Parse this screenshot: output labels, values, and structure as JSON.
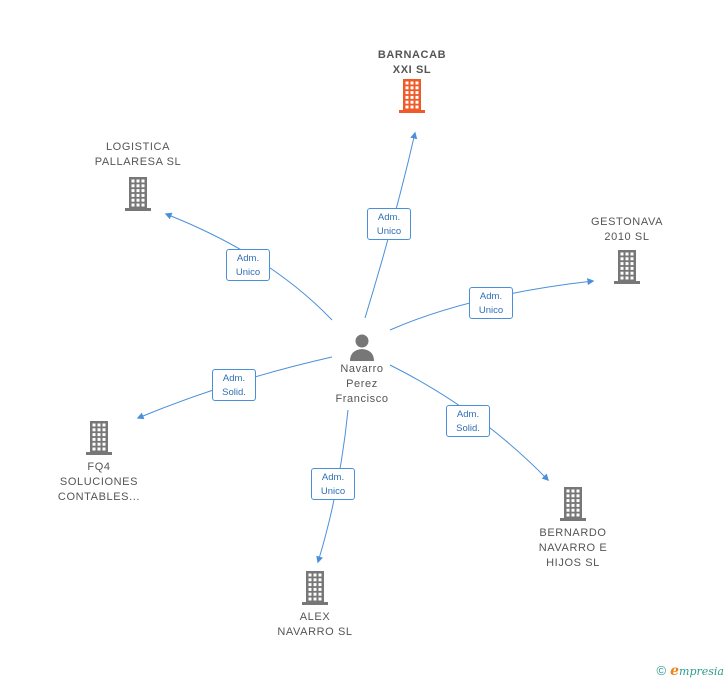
{
  "person": {
    "name_lines": [
      "Navarro",
      "Perez",
      "Francisco"
    ]
  },
  "companies": [
    {
      "id": "barnacab",
      "lines": [
        "BARNACAB",
        "XXI SL"
      ],
      "highlight": true,
      "role_lines": [
        "Adm.",
        "Unico"
      ]
    },
    {
      "id": "logistica",
      "lines": [
        "LOGISTICA",
        "PALLARESA SL"
      ],
      "role_lines": [
        "Adm.",
        "Unico"
      ]
    },
    {
      "id": "gestonava",
      "lines": [
        "GESTONAVA",
        "2010 SL"
      ],
      "role_lines": [
        "Adm.",
        "Unico"
      ]
    },
    {
      "id": "fq4",
      "lines": [
        "FQ4",
        "SOLUCIONES",
        "CONTABLES..."
      ],
      "role_lines": [
        "Adm.",
        "Solid."
      ]
    },
    {
      "id": "bernardo",
      "lines": [
        "BERNARDO",
        "NAVARRO E",
        "HIJOS SL"
      ],
      "role_lines": [
        "Adm.",
        "Solid."
      ]
    },
    {
      "id": "alex",
      "lines": [
        "ALEX",
        "NAVARRO SL"
      ],
      "role_lines": [
        "Adm.",
        "Unico"
      ]
    }
  ],
  "colors": {
    "edge": "#4a90d9",
    "building": "#777777",
    "building_highlight": "#f05a28"
  },
  "footer": {
    "copyright": "©",
    "brand_initial": "e",
    "brand_rest": "mpresia"
  }
}
